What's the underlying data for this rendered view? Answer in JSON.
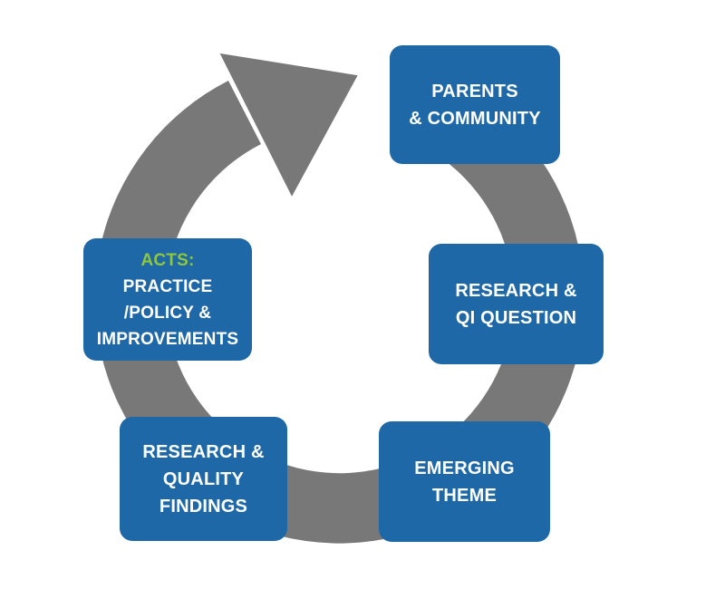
{
  "diagram": {
    "type": "cycle",
    "direction": "clockwise",
    "colors": {
      "box_blue": "#1F68A8",
      "ring_gray": "#787878",
      "accent_green": "#8DC63F",
      "text_white": "#FFFFFF",
      "background": "#FFFFFF"
    },
    "steps": [
      {
        "id": "parents-community",
        "lines": [
          "PARENTS",
          "& COMMUNITY"
        ]
      },
      {
        "id": "research-qi-question",
        "lines": [
          "RESEARCH &",
          "QI QUESTION"
        ]
      },
      {
        "id": "emerging-theme",
        "lines": [
          "EMERGING",
          "THEME"
        ]
      },
      {
        "id": "research-quality-findings",
        "lines": [
          "RESEARCH &",
          "QUALITY",
          "FINDINGS"
        ]
      },
      {
        "id": "acts-practice-policy-improvements",
        "accent": "ACTS:",
        "lines": [
          "PRACTICE",
          "/POLICY &",
          "IMPROVEMENTS"
        ]
      }
    ]
  }
}
